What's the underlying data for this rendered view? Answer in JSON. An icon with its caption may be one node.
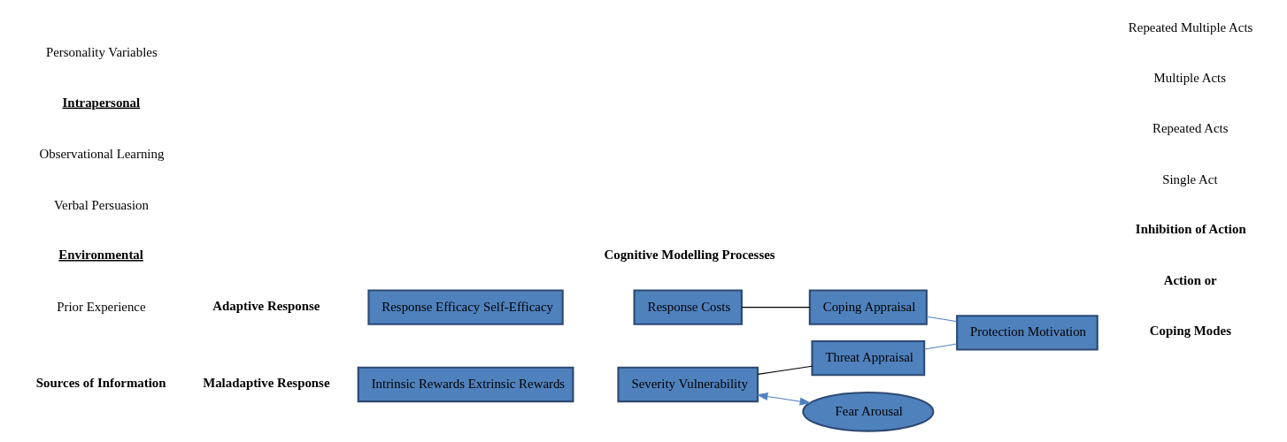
{
  "diagram": {
    "nodes": [
      {
        "text": [
          "Intrinsic Rewards Extrinsic Rewards"
        ]
      },
      {
        "text": [
          "Severity Vulnerability"
        ]
      },
      {
        "text": [
          "Threat Appraisal"
        ]
      },
      {
        "text": [
          "Fear Arousal"
        ]
      },
      {
        "text": [
          "Protection Motivation"
        ]
      },
      {
        "text": [
          "Response Efficacy Self-Efficacy"
        ]
      },
      {
        "text": [
          "Response Costs"
        ]
      },
      {
        "text": [
          "Coping Appraisal"
        ]
      }
    ],
    "edges": [
      {
        "from": 1,
        "to": 2,
        "arrow": "none",
        "color": "#000000"
      },
      {
        "from": 1,
        "to": 3,
        "arrow": "both"
      },
      {
        "from": 2,
        "to": 4,
        "arrow": "none"
      },
      {
        "from": 6,
        "to": 7,
        "arrow": "none",
        "color": "#000000"
      },
      {
        "from": 7,
        "to": 4,
        "arrow": "none"
      }
    ],
    "labels": [
      "Sources of Information",
      "Cognitive Modelling Processes",
      "Coping Modes",
      "Environmental",
      "Verbal Persuasion",
      "Observational Learning",
      "Maladaptive Response",
      "Action or",
      "Inhibition of Action",
      "Single Act",
      "Repeated Acts",
      "Multiple Acts",
      "Repeated Multiple Acts",
      "Intrapersonal",
      "Personality Variables",
      "Prior Experience",
      "Adaptive Response"
    ]
  }
}
